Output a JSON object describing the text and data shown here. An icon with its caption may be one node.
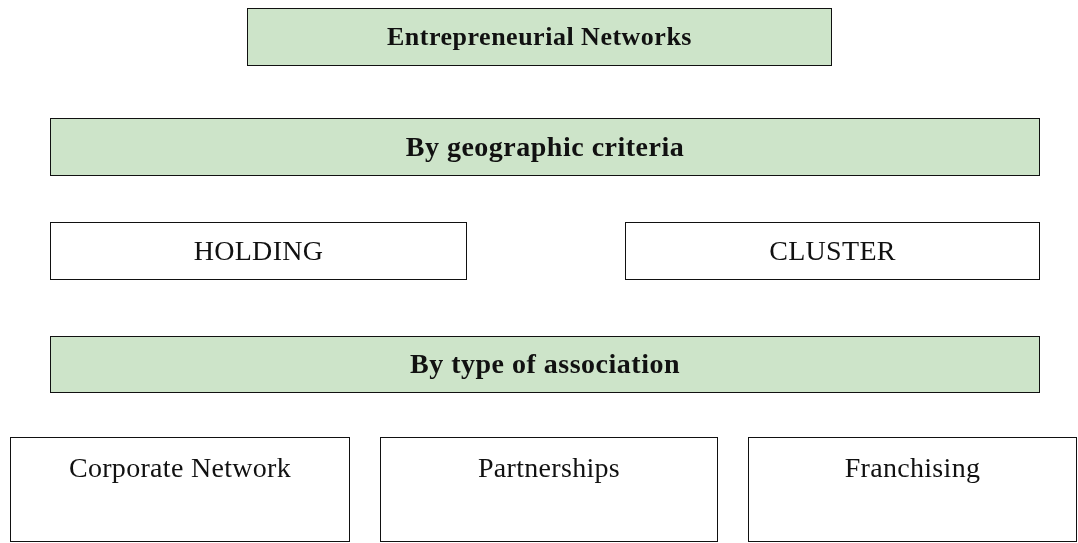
{
  "diagram": {
    "nodes": [
      {
        "text": [
          "Entrepreneurial Networks"
        ]
      },
      {
        "text": [
          "By geographic criteria"
        ]
      },
      {
        "text": [
          "HOLDING"
        ]
      },
      {
        "text": [
          "CLUSTER"
        ]
      },
      {
        "text": [
          "By type of association"
        ]
      },
      {
        "text": [
          "Corporate Network"
        ]
      },
      {
        "text": [
          "Partnerships"
        ]
      },
      {
        "text": [
          "Franchising"
        ]
      }
    ]
  }
}
